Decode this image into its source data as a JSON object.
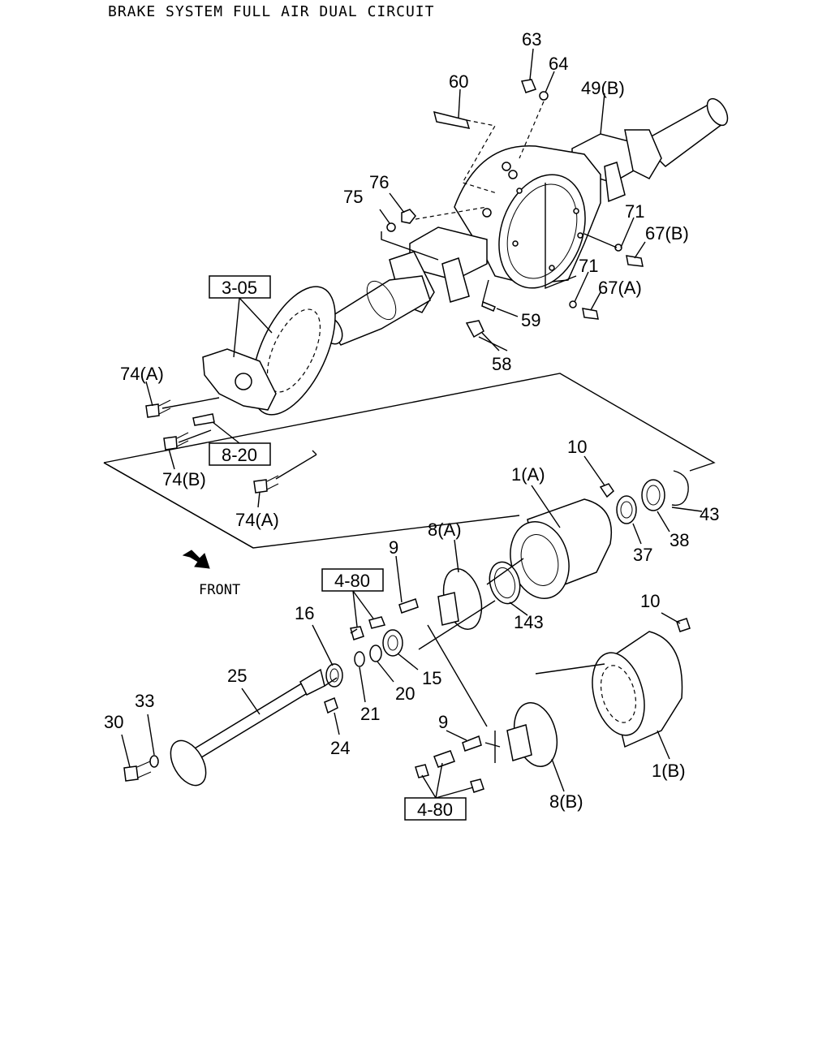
{
  "header": {
    "title": "BRAKE SYSTEM FULL AIR DUAL CIRCUIT"
  },
  "direction": {
    "label": "FRONT",
    "icon": "front-arrow-icon"
  },
  "callouts": {
    "c63": "63",
    "c64": "64",
    "c60": "60",
    "c49b": "49(B)",
    "c76": "76",
    "c75": "75",
    "c71a": "71",
    "c67b": "67(B)",
    "c71b": "71",
    "c67a": "67(A)",
    "c59": "59",
    "c58": "58",
    "c74a1": "74(A)",
    "c74b": "74(B)",
    "c74a2": "74(A)",
    "c10a": "10",
    "c1a": "1(A)",
    "c43": "43",
    "c38": "38",
    "c37": "37",
    "c8a": "8(A)",
    "c9a": "9",
    "c143": "143",
    "c16": "16",
    "c15": "15",
    "c20": "20",
    "c21": "21",
    "c25": "25",
    "c33": "33",
    "c30": "30",
    "c24": "24",
    "c9b": "9",
    "c10b": "10",
    "c1b": "1(B)",
    "c8b": "8(B)"
  },
  "refboxes": {
    "r305": "3-05",
    "r820": "8-20",
    "r480a": "4-80",
    "r480b": "4-80"
  }
}
